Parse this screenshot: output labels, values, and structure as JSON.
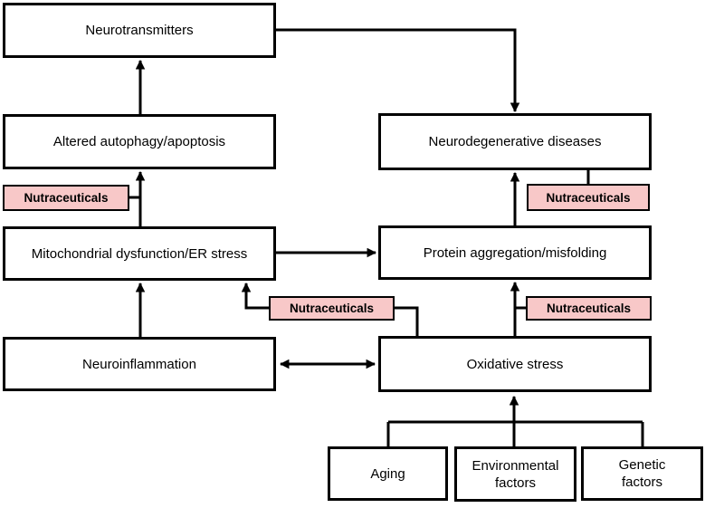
{
  "diagram": {
    "labels": {
      "neurotransmitters": "Neurotransmitters",
      "altered_autophagy": "Altered autophagy/apoptosis",
      "nutraceuticals": "Nutraceuticals",
      "mitochondrial_dysfunction": "Mitochondrial dysfunction/ER stress",
      "neuroinflammation": "Neuroinflammation",
      "neurodegenerative_diseases": "Neurodegenerative diseases",
      "protein_aggregation": "Protein aggregation/misfolding",
      "oxidative_stress": "Oxidative stress",
      "aging": "Aging",
      "environmental_factors": "Environmental factors",
      "genetic_factors": "Genetic factors"
    },
    "colors": {
      "nutraceutical_fill": "#F8C8C8",
      "node_fill": "#FFFFFF",
      "line": "#000000",
      "background": "#FFFFFF"
    }
  }
}
